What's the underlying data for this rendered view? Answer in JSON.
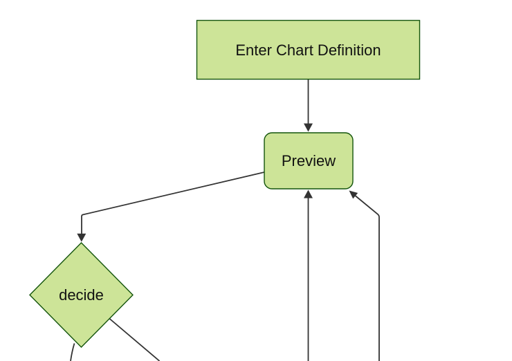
{
  "diagram": {
    "type": "flowchart",
    "orientation": "top-down",
    "colors": {
      "background": "#ffffff",
      "node_fill": "#cde498",
      "node_stroke": "#13540c",
      "edge": "#333333",
      "label": "#111111"
    },
    "nodes": [
      {
        "id": "enter-chart-definition",
        "shape": "rectangle",
        "label": "Enter Chart Definition"
      },
      {
        "id": "preview",
        "shape": "rounded-rectangle",
        "label": "Preview"
      },
      {
        "id": "decide",
        "shape": "diamond",
        "label": "decide"
      }
    ],
    "edges": [
      {
        "from": "enter-chart-definition",
        "to": "preview"
      },
      {
        "from": "preview",
        "to": "decide"
      },
      {
        "from": "offscreen-bottom",
        "to": "preview"
      },
      {
        "from": "offscreen-bottom-right",
        "to": "preview"
      },
      {
        "from": "decide",
        "to": "offscreen-bottom-left"
      },
      {
        "from": "decide",
        "to": "offscreen-bottom-right"
      }
    ]
  }
}
